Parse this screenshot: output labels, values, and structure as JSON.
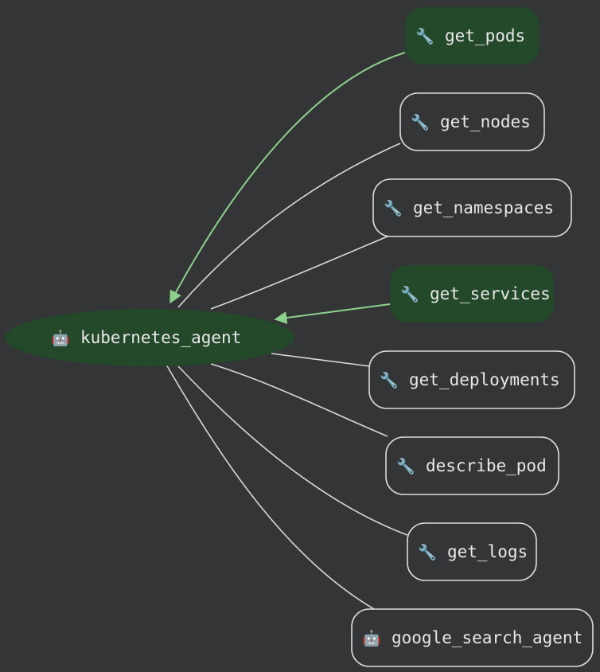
{
  "graph": {
    "root": {
      "label": "kubernetes_agent",
      "icon": "robot-icon",
      "icon_glyph": "🤖",
      "active": true
    },
    "children": [
      {
        "id": "get_pods",
        "label": "get_pods",
        "icon": "wrench-icon",
        "icon_glyph": "🔧",
        "active": true
      },
      {
        "id": "get_nodes",
        "label": "get_nodes",
        "icon": "wrench-icon",
        "icon_glyph": "🔧",
        "active": false
      },
      {
        "id": "get_namespaces",
        "label": "get_namespaces",
        "icon": "wrench-icon",
        "icon_glyph": "🔧",
        "active": false
      },
      {
        "id": "get_services",
        "label": "get_services",
        "icon": "wrench-icon",
        "icon_glyph": "🔧",
        "active": true
      },
      {
        "id": "get_deployments",
        "label": "get_deployments",
        "icon": "wrench-icon",
        "icon_glyph": "🔧",
        "active": false
      },
      {
        "id": "describe_pod",
        "label": "describe_pod",
        "icon": "wrench-icon",
        "icon_glyph": "🔧",
        "active": false
      },
      {
        "id": "get_logs",
        "label": "get_logs",
        "icon": "wrench-icon",
        "icon_glyph": "🔧",
        "active": false
      },
      {
        "id": "google_search_agent",
        "label": "google_search_agent",
        "icon": "robot-icon",
        "icon_glyph": "🤖",
        "active": false
      }
    ]
  },
  "colors": {
    "background": "#333537",
    "active_fill": "#24492a",
    "inactive_stroke": "#dcdcdc",
    "active_edge": "#8ed18c",
    "inactive_edge": "#d8d8d8",
    "text": "#e8e8e8"
  }
}
